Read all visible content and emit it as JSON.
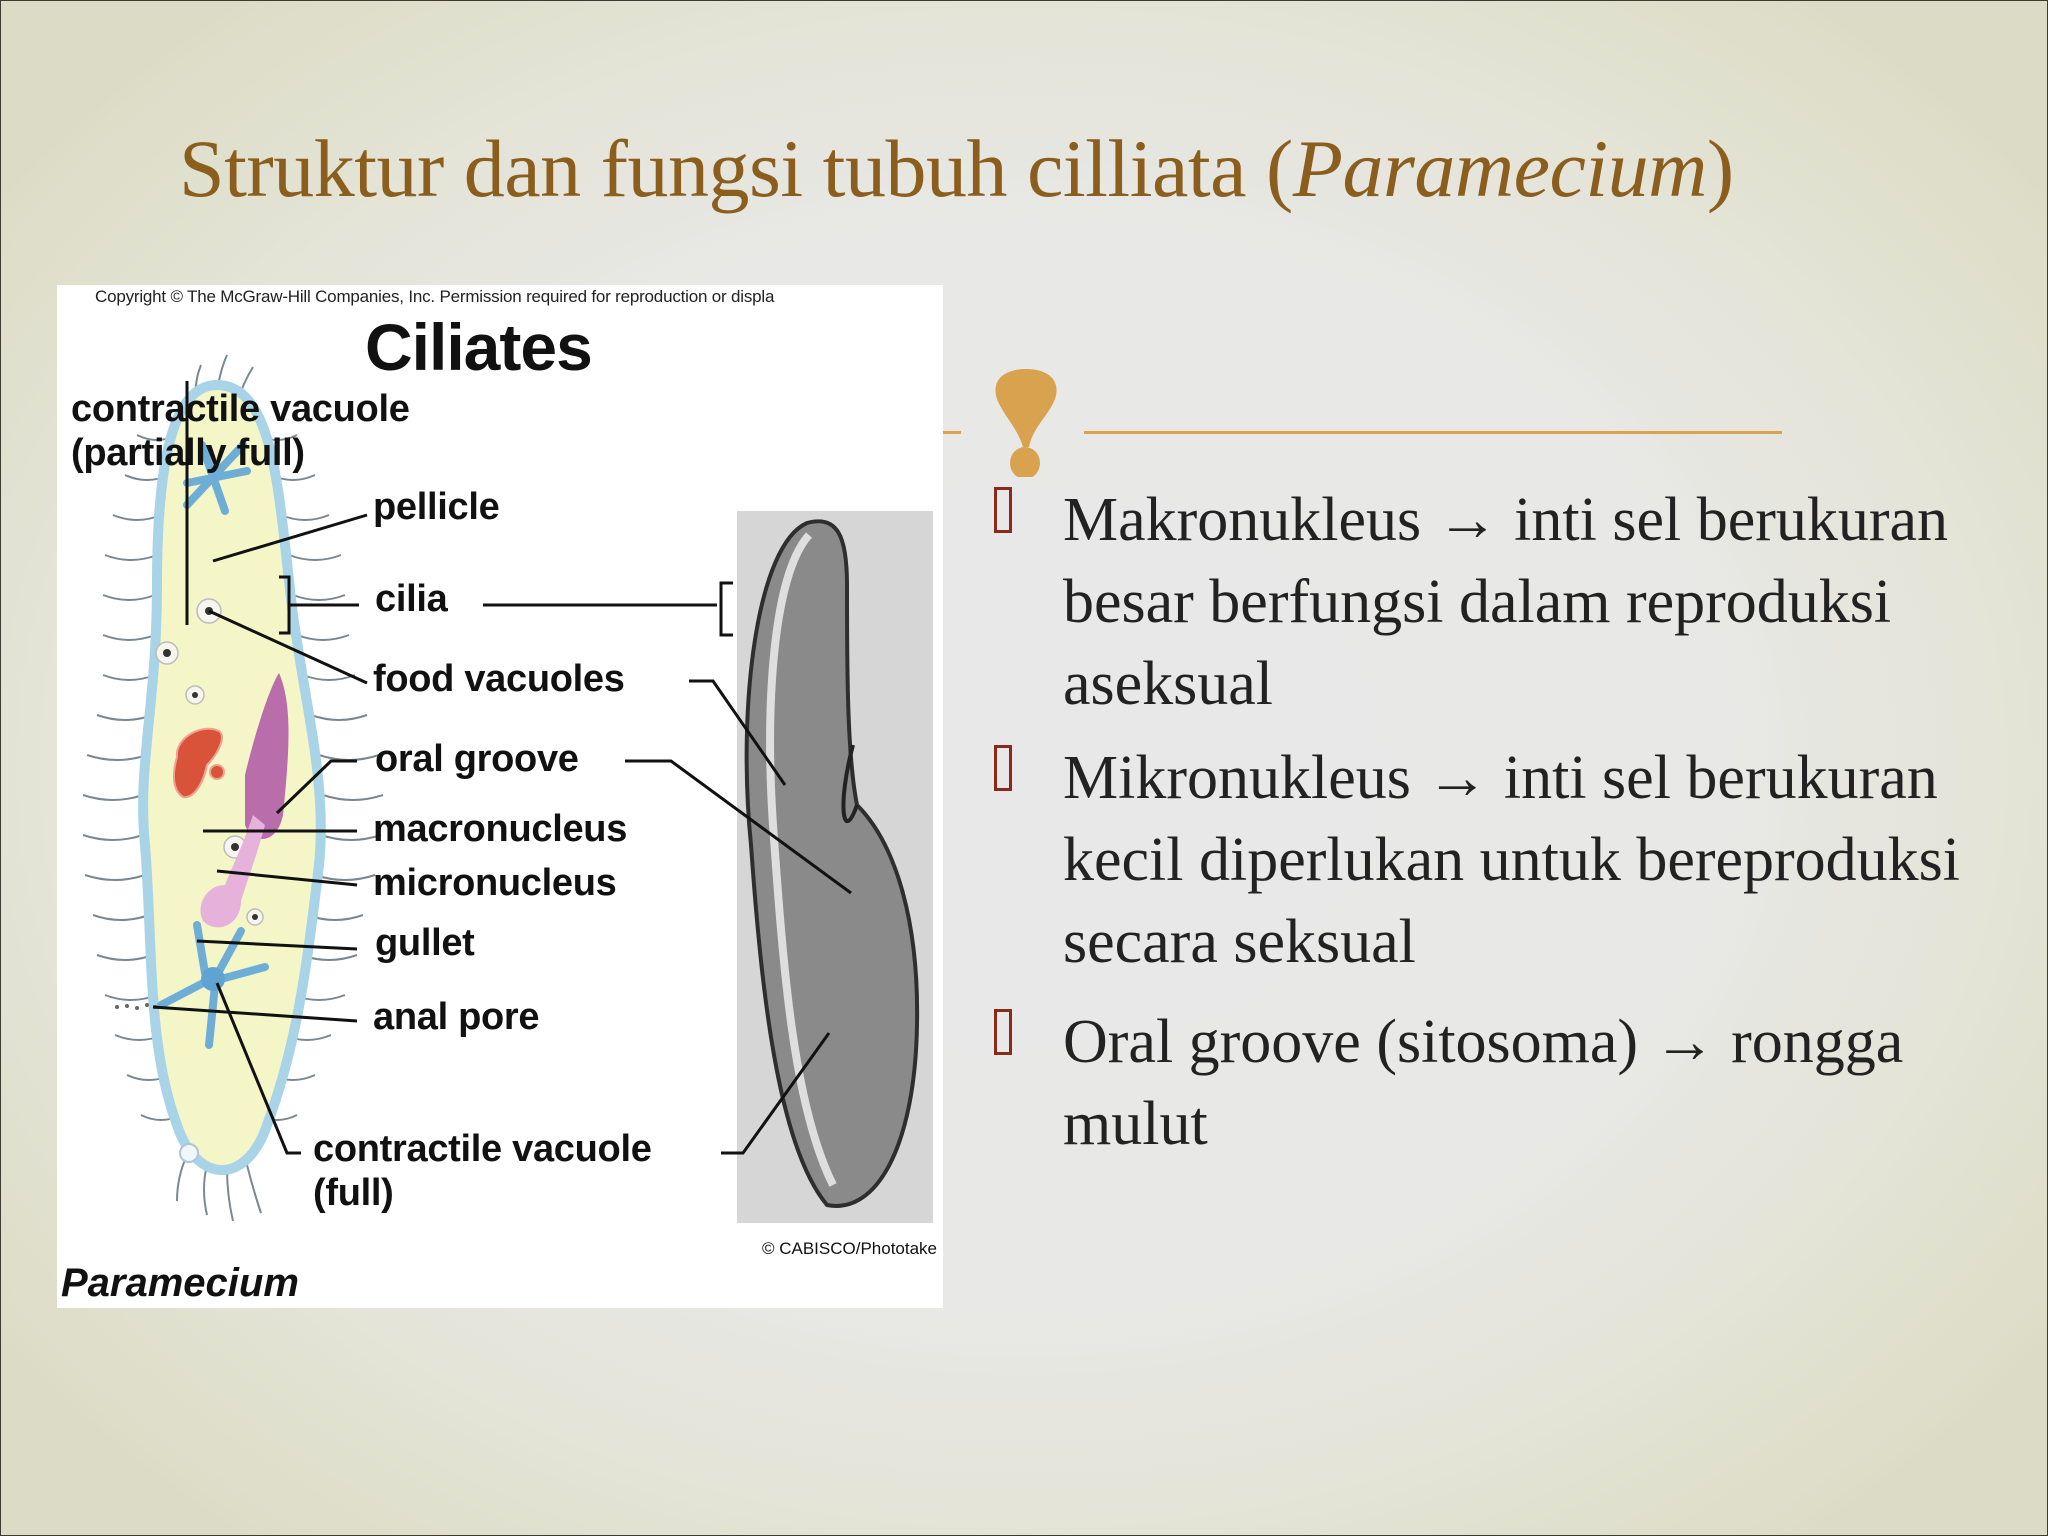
{
  "slide": {
    "title": {
      "prefix": "Struktur dan fungsi tubuh cilliata (",
      "italic": "Paramecium",
      "suffix": ")"
    },
    "colors": {
      "title": "#8b5e1e",
      "ornament": "#d9a24e",
      "bullet_marker": "#8b2a1a",
      "body_text": "#222222"
    },
    "figure": {
      "copyright": "Copyright © The McGraw-Hill Companies, Inc. Permission required for reproduction or displa",
      "title": "Ciliates",
      "labels": {
        "contractile_vacuole_top_1": "contractile vacuole",
        "contractile_vacuole_top_2": "(partially full)",
        "pellicle": "pellicle",
        "cilia": "cilia",
        "food_vacuoles": "food vacuoles",
        "oral_groove": "oral groove",
        "macronucleus": "macronucleus",
        "micronucleus": "micronucleus",
        "gullet": "gullet",
        "anal_pore": "anal pore",
        "contractile_vacuole_bottom_1": "contractile vacuole",
        "contractile_vacuole_bottom_2": "(full)"
      },
      "credit": "© CABISCO/Phototake",
      "species": "Paramecium"
    },
    "ornament_icon": "exclamation-ornament-icon",
    "bullets": [
      {
        "icon": "missing-glyph-box-icon",
        "text": "Makronukleus → inti sel berukuran besar berfungsi dalam reproduksi aseksual"
      },
      {
        "icon": "missing-glyph-box-icon",
        "text": "Mikronukleus → inti sel berukuran kecil diperlukan untuk bereproduksi secara seksual"
      },
      {
        "icon": "missing-glyph-box-icon",
        "text": "Oral groove (sitosoma) → rongga mulut"
      }
    ]
  }
}
